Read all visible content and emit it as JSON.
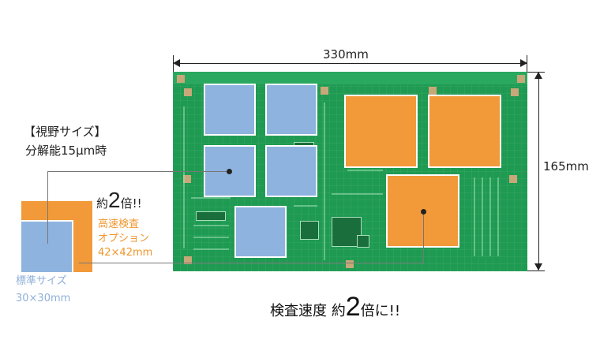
{
  "dimensions": {
    "width_label": "330mm",
    "height_label": "165mm"
  },
  "legend": {
    "fov_title": "【視野サイズ】",
    "resolution": "分解能15μm時"
  },
  "high_speed": {
    "prefix": "約",
    "factor": "2",
    "suffix": "倍!!",
    "line1": "高速検査",
    "line2": "オプション",
    "size": "42×42mm"
  },
  "standard": {
    "line1": "標準サイズ",
    "size": "30×30mm"
  },
  "caption": {
    "prefix": "検査速度 約",
    "factor": "2",
    "suffix": "倍に!!"
  },
  "colors": {
    "standard_blue": "#8eb3df",
    "high_speed_orange": "#f29a3a",
    "pcb_green": "#1f9a52"
  }
}
